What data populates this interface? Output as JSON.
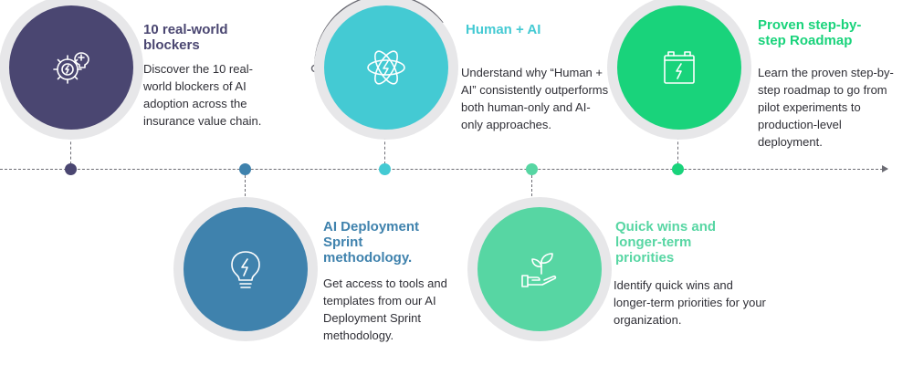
{
  "colors": {
    "blockers": "#4a4671",
    "sprint": "#3f82ad",
    "human_ai": "#44cad3",
    "quick_wins": "#57d6a3",
    "roadmap": "#19d37b",
    "line": "#6b6b73",
    "ring": "#e7e7e9"
  },
  "steps": [
    {
      "title": "10 real-world blockers",
      "description": "Discover the 10 real-world blockers of AI adoption across the insurance value chain.",
      "icon": "gear-brain-icon"
    },
    {
      "title": "AI Deployment Sprint methodology.",
      "description": "Get access to tools and templates from our AI Deployment Sprint methodology.",
      "icon": "lightbulb-bolt-icon"
    },
    {
      "title": "Human + AI",
      "description": "Understand why “Human + AI” consistently outperforms both human-only and AI-only approaches.",
      "icon": "atom-bolt-icon"
    },
    {
      "title": "Quick wins and longer-term priorities",
      "description": "Identify quick wins and longer-term priorities for your organization.",
      "icon": "hand-plant-icon"
    },
    {
      "title": "Proven step-by-step Roadmap",
      "description": "Learn the proven step-by-step roadmap to go from pilot experiments to production-level deployment.",
      "icon": "battery-bolt-icon"
    }
  ]
}
